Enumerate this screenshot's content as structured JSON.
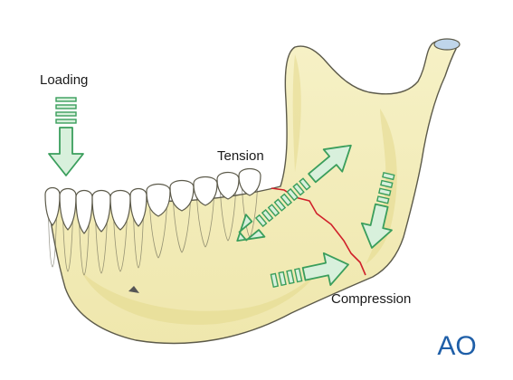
{
  "labels": {
    "loading": "Loading",
    "tension": "Tension",
    "compression": "Compression"
  },
  "logo": {
    "text": "AO",
    "color": "#1f5fa8"
  },
  "colors": {
    "bone_fill": "#f4efbd",
    "bone_shadow": "#e3d98d",
    "bone_outline": "#5c5a4a",
    "teeth_fill": "#ffffff",
    "arrow_fill": "#d8f0dc",
    "arrow_stroke": "#3a9e5c",
    "fracture_line": "#d0202a",
    "condyle_cap": "#bfd5ea"
  },
  "icons": {
    "load": "arrow-down-icon",
    "tension": "double-arrow-icon",
    "compression": "arrow-right-icon",
    "compression_upper": "arrow-down-left-icon"
  }
}
